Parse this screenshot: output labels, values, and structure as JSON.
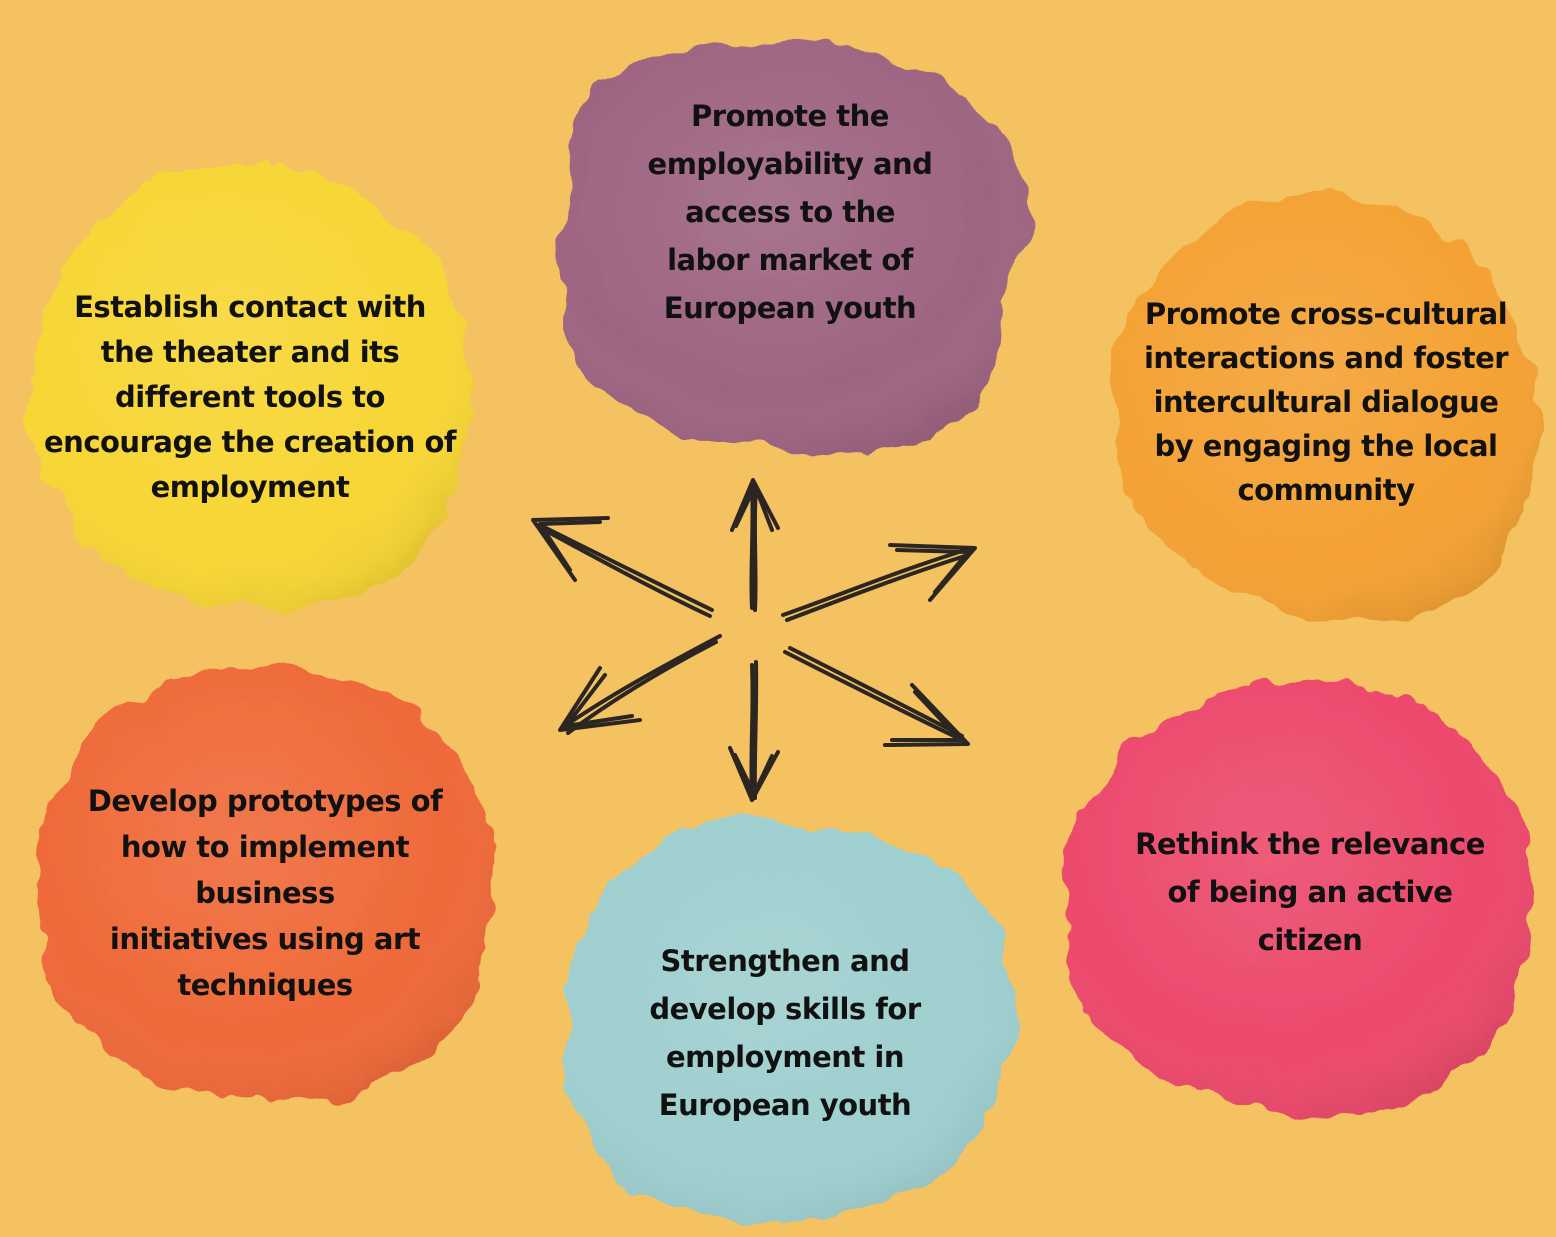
{
  "colors": {
    "background": "#F4C261",
    "arrow": "#2B2622",
    "text": "#111111"
  },
  "goals": [
    {
      "id": "top",
      "color": "#9E6582",
      "lines": [
        "Promote the",
        "employability and",
        "access to the",
        "labor market of",
        "European youth"
      ]
    },
    {
      "id": "left",
      "color": "#F7D635",
      "lines": [
        "Establish contact with",
        "the theater and its",
        "different tools to",
        "encourage the creation of",
        "employment"
      ]
    },
    {
      "id": "right",
      "color": "#F4A234",
      "lines": [
        "Promote cross-cultural",
        "interactions and foster",
        "intercultural dialogue",
        "by engaging the local",
        "community"
      ]
    },
    {
      "id": "bottom_left",
      "color": "#EF6A3A",
      "lines": [
        "Develop prototypes of",
        "how to implement",
        "business",
        "initiatives using art",
        "techniques"
      ]
    },
    {
      "id": "bottom",
      "color": "#9FCFCF",
      "lines": [
        "Strengthen and",
        "develop skills for",
        "employment in",
        "European youth"
      ]
    },
    {
      "id": "bottom_right",
      "color": "#EC4A6C",
      "lines": [
        "Rethink the relevance",
        "of being an active",
        "citizen"
      ]
    }
  ]
}
